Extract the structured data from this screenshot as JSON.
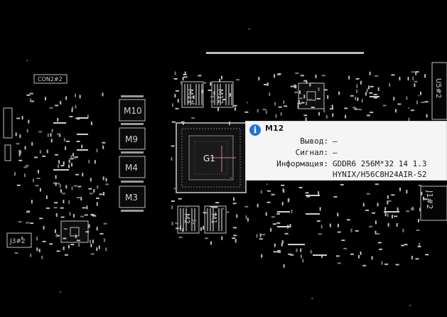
{
  "board": {
    "labels": {
      "con2": "CON2#2",
      "m10": "M10",
      "m9": "M9",
      "m4": "M4",
      "m3": "M3",
      "g1": "G1",
      "j1": "J1#2",
      "u": "U5#2",
      "j3": "J3#2",
      "m11": "M11",
      "m12": "M12",
      "m2": "M2",
      "m1": "M1"
    }
  },
  "tooltip": {
    "title": "M12",
    "rows": [
      {
        "key": "Вывод:",
        "value": "—"
      },
      {
        "key": "Сигнал:",
        "value": "—"
      },
      {
        "key": "Информация:",
        "value": "GDDR6 256M*32 14 1.3"
      },
      {
        "key": "",
        "value": "HYNIX/H56C8H24AIR-S2"
      }
    ]
  }
}
